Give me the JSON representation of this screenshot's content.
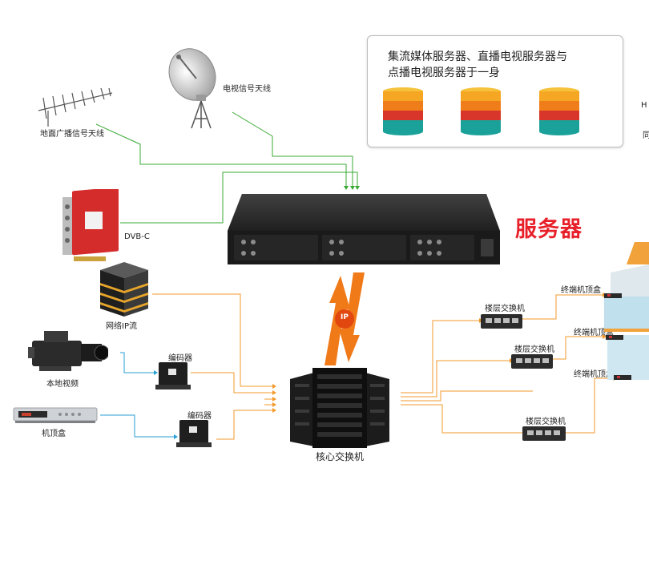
{
  "panel": {
    "title_line1": "集流媒体服务器、直播电视服务器与",
    "title_line2": "点播电视服务器于一身"
  },
  "server": {
    "label": "服务器"
  },
  "ip_badge": "IP",
  "labels": {
    "ground_antenna": "地面广播信号天线",
    "tv_antenna": "电视信号天线",
    "dvb_card": "DVB-C",
    "network_ip": "网络IP流",
    "local_video": "本地视频",
    "settop_box": "机顶盒",
    "encoder_1": "编码器",
    "encoder_2": "编码器",
    "core_switch": "核心交换机",
    "floor_switch_1": "楼层交换机",
    "floor_switch_2": "楼层交换机",
    "floor_switch_3": "楼层交换机",
    "terminal_1": "终端机顶盒",
    "terminal_2": "终端机顶盒",
    "terminal_3": "终端机顶盒",
    "edge_h": "H",
    "edge_tong": "同"
  },
  "colors": {
    "green_line": "#3aa935",
    "orange_line": "#f39a2b",
    "blue_line": "#2a9fd6",
    "server_red": "#e8202a"
  }
}
